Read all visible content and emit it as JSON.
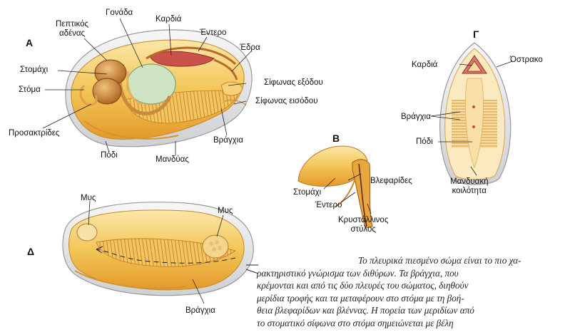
{
  "panels": {
    "a": "Α",
    "b": "Β",
    "c": "Γ",
    "d": "Δ"
  },
  "labels_a": {
    "gonad": "Γονάδα",
    "digestive_gland": "Πεπτικός\nαδένας",
    "heart": "Καρδιά",
    "intestine": "Έντερο",
    "anus": "Έδρα",
    "stomach": "Στομάχι",
    "mouth": "Στόμα",
    "exhalant_siphon": "Σίφωνας εξόδου",
    "inhalant_siphon": "Σίφωνας εισόδου",
    "palps": "Προσακτρίδες",
    "foot": "Πόδι",
    "mantle": "Μανδύας",
    "gills": "Βράγχια"
  },
  "labels_b": {
    "stomach": "Στομάχι",
    "cilia": "Βλεφαρίδες",
    "intestine": "Έντερο",
    "crystalline_style": "Κρυστάλλινος\nστύλος"
  },
  "labels_c": {
    "heart": "Καρδιά",
    "shell": "Όστρακο",
    "gills": "Βράγχια",
    "foot": "Πόδι",
    "mantle_cavity": "Μανδυακή\nκοιλότητα"
  },
  "labels_d": {
    "muscle_left": "Μυς",
    "muscle_right": "Μυς",
    "gills": "Βράγχια"
  },
  "caption_lines": [
    "Το πλευρικά πιεσμένο σώμα είναι το πιο χα-",
    "ρακτηριστικό γνώρισμα των διθύρων. Τα βράγχια, που",
    "κρέμονται και από τις δύο πλευρές του σώματος, διηθούν",
    "μερίδια τροφής και τα μεταφέρουν στο στόμα με τη βοή-",
    "θεια βλεφαρίδων και βλέννας. Η πορεία των μεριδίων από",
    "το στοματικό σίφωνα στο στόμα σημειώνεται με βέλη"
  ],
  "colors": {
    "body": "#f0b43c",
    "shell": "#e8e8ea",
    "organ": "#d98a2c",
    "heart": "#c0504a",
    "gland": "#b8d8b0"
  }
}
